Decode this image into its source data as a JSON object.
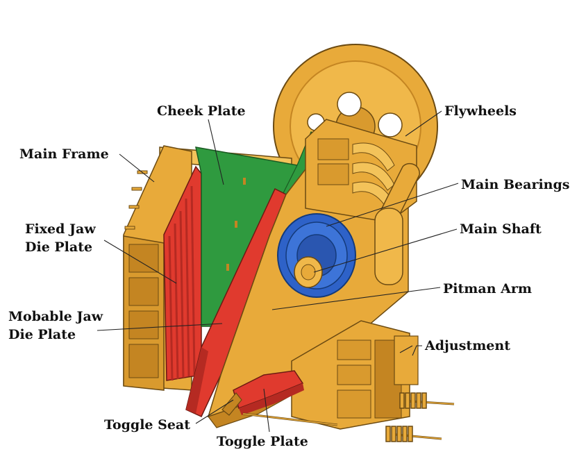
{
  "colors": {
    "frame": "#e8aa3a",
    "frame_dark": "#c48522",
    "frame_light": "#f3c35a",
    "cheek": "#2f9a3f",
    "jaw": "#e03a2e",
    "jaw_dark": "#b52a22",
    "bearing": "#2e62c8",
    "outline": "#6b4a12",
    "leader": "#222222"
  },
  "labels": {
    "cheek_plate": "Cheek Plate",
    "flywheels": "Flywheels",
    "main_frame": "Main Frame",
    "main_bearings": "Main Bearings",
    "main_shaft": "Main Shaft",
    "fixed_jaw_1": "Fixed Jaw",
    "fixed_jaw_2": "Die Plate",
    "pitman_arm": "Pitman Arm",
    "mobable_jaw_1": "Mobable Jaw",
    "mobable_jaw_2": "Die Plate",
    "adjustment": "Adjustment",
    "toggle_seat": "Toggle Seat",
    "toggle_plate": "Toggle Plate"
  }
}
